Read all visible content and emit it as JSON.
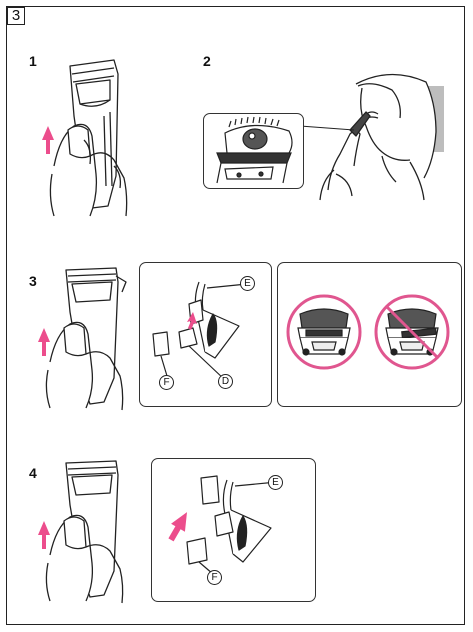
{
  "section": {
    "number": "3"
  },
  "steps": [
    {
      "label": "1"
    },
    {
      "label": "2"
    },
    {
      "label": "3"
    },
    {
      "label": "4"
    }
  ],
  "callouts": {
    "step3": [
      "E",
      "D",
      "F"
    ],
    "step4": [
      "E",
      "F"
    ]
  },
  "colors": {
    "arrow": "#ec4d8c",
    "prohibit": "#e0568f",
    "line": "#222222",
    "dark_fill": "#222222",
    "gray": "#9a9a9a"
  }
}
